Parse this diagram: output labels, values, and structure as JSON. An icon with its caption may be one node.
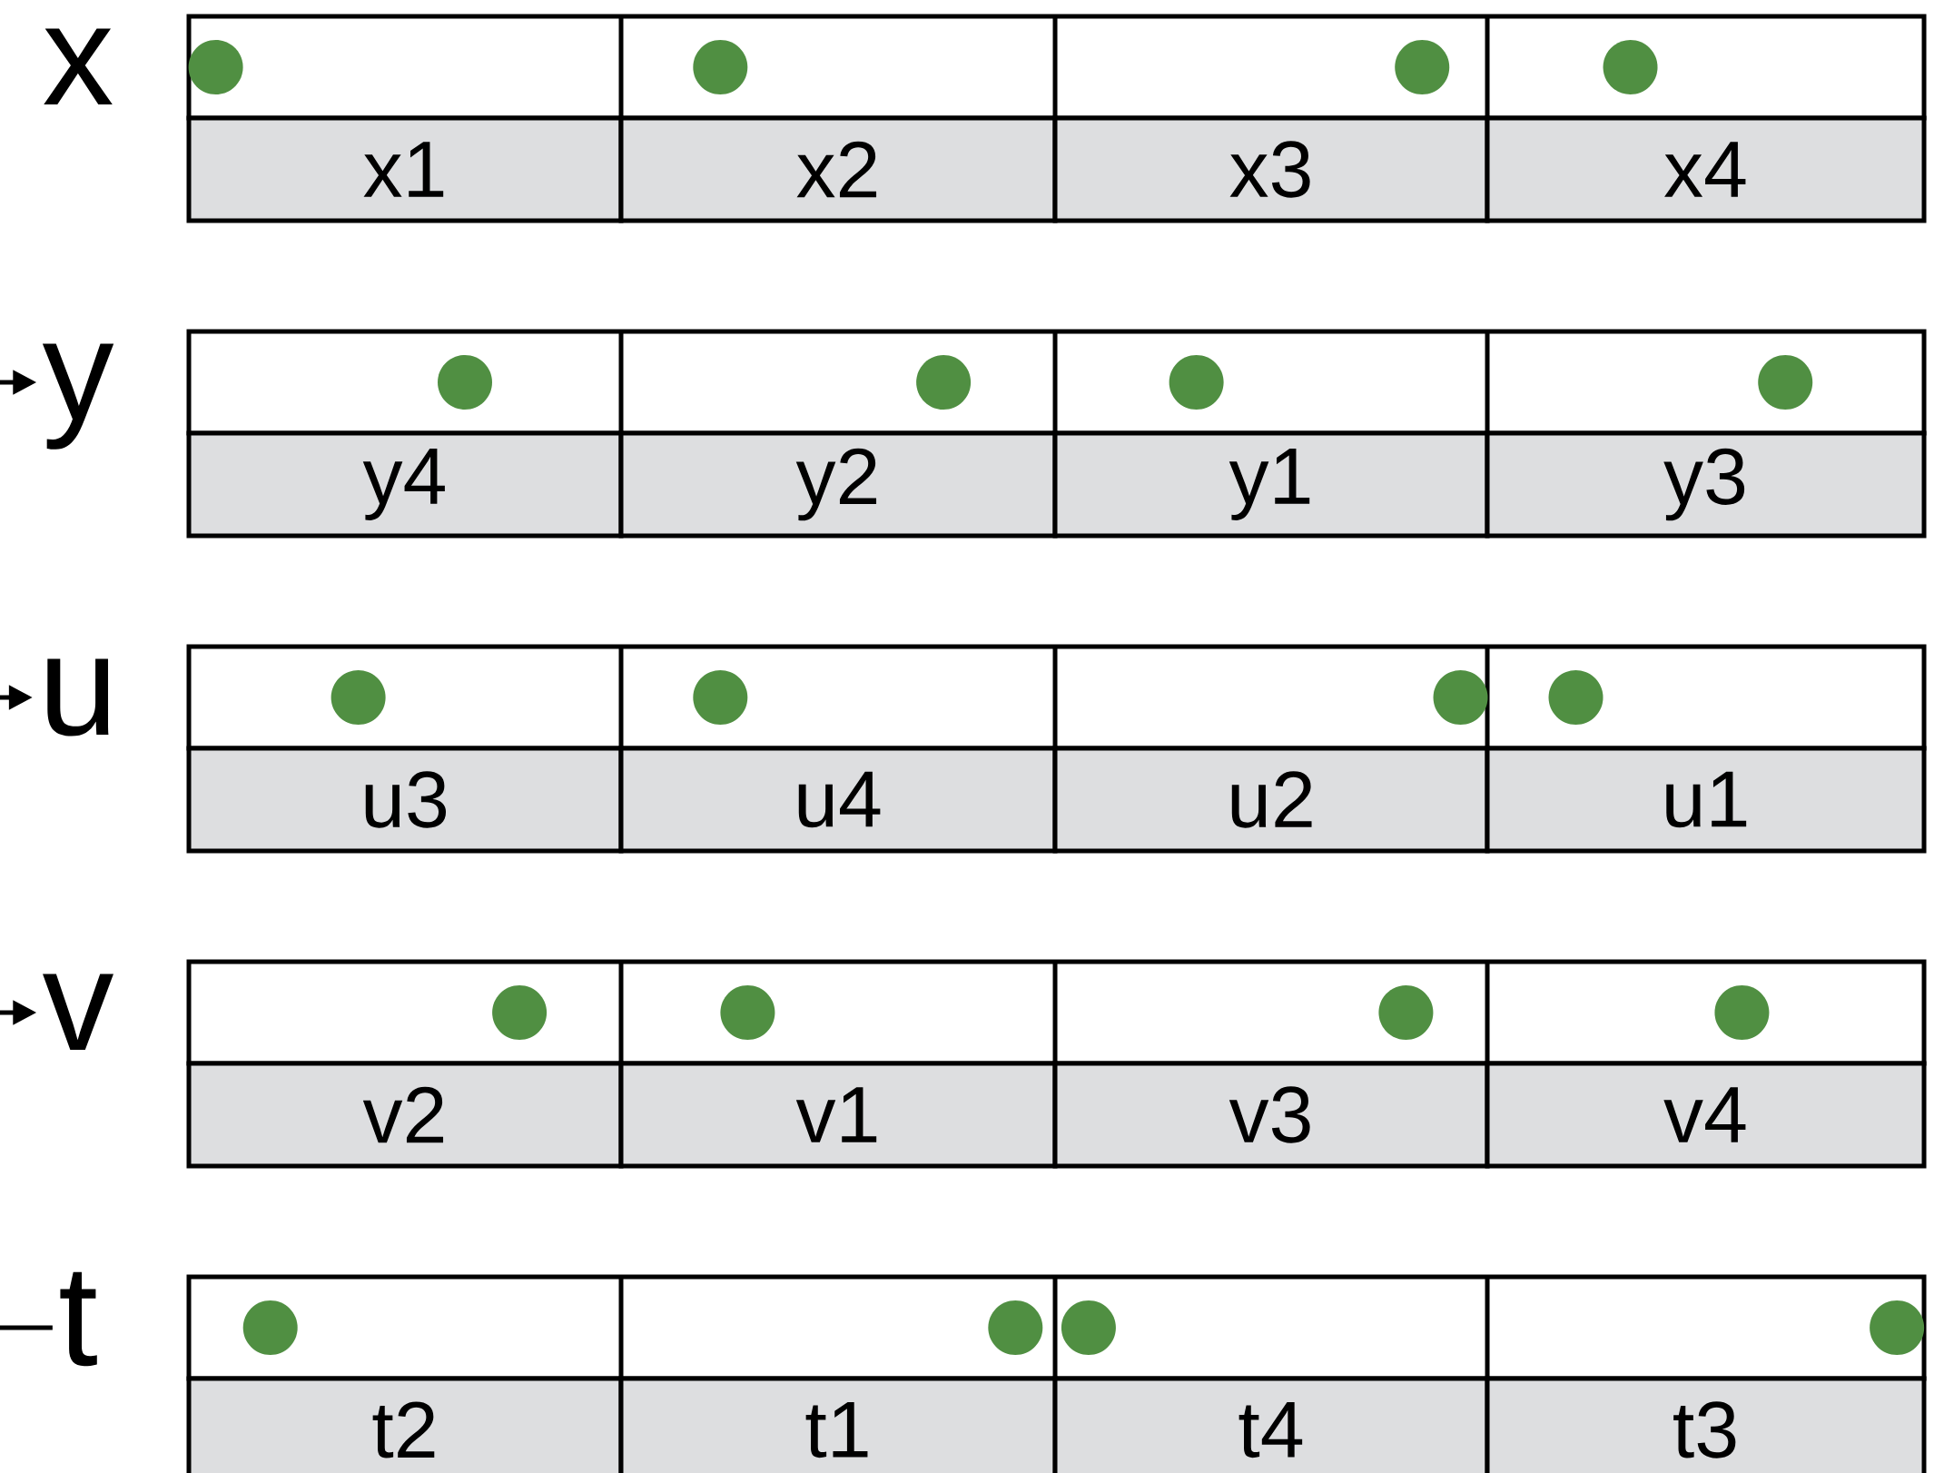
{
  "diagram": {
    "nodes": [
      {
        "text": [
          "x"
        ]
      },
      {
        "text": [
          "x1"
        ]
      },
      {
        "text": [
          "x2"
        ]
      },
      {
        "text": [
          "x3"
        ]
      },
      {
        "text": [
          "x4"
        ]
      },
      {
        "text": [
          "y"
        ]
      },
      {
        "text": [
          "y4"
        ]
      },
      {
        "text": [
          "y2"
        ]
      },
      {
        "text": [
          "y1"
        ]
      },
      {
        "text": [
          "y3"
        ]
      },
      {
        "text": [
          "u"
        ]
      },
      {
        "text": [
          "u3"
        ]
      },
      {
        "text": [
          "u4"
        ]
      },
      {
        "text": [
          "u2"
        ]
      },
      {
        "text": [
          "u1"
        ]
      },
      {
        "text": [
          "v"
        ]
      },
      {
        "text": [
          "v2"
        ]
      },
      {
        "text": [
          "v1"
        ]
      },
      {
        "text": [
          "v3"
        ]
      },
      {
        "text": [
          "v4"
        ]
      },
      {
        "text": [
          "t"
        ]
      },
      {
        "text": [
          "t2"
        ]
      },
      {
        "text": [
          "t1"
        ]
      },
      {
        "text": [
          "t4"
        ]
      },
      {
        "text": [
          "t3"
        ]
      }
    ],
    "edges": [
      {
        "from": null,
        "to": 5,
        "arrow": "to"
      },
      {
        "from": null,
        "to": 10,
        "arrow": "to"
      },
      {
        "from": null,
        "to": 15,
        "arrow": "to"
      },
      {
        "from": null,
        "to": 20,
        "arrow": "none"
      }
    ]
  }
}
